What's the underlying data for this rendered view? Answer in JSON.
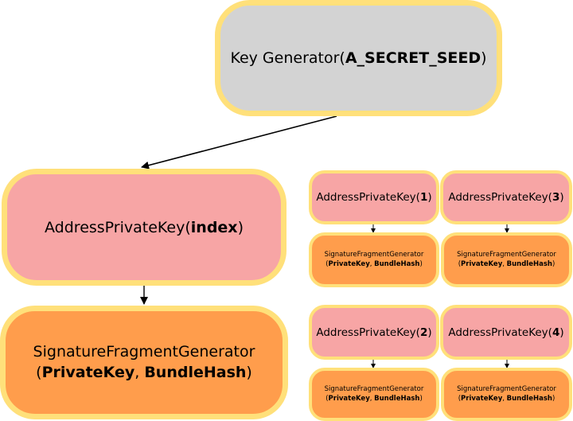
{
  "key_generator": {
    "prefix": "Key Generator(",
    "param": "A_SECRET_SEED",
    "suffix": ")"
  },
  "address_main": {
    "prefix": "AddressPrivateKey(",
    "param": "index",
    "suffix": ")"
  },
  "sig_main": {
    "name": "SignatureFragmentGenerator",
    "open": "(",
    "arg1": "PrivateKey",
    "sep": ", ",
    "arg2": "BundleHash",
    "close": ")"
  },
  "addresses": [
    {
      "prefix": "AddressPrivateKey(",
      "param": "1",
      "suffix": ")"
    },
    {
      "prefix": "AddressPrivateKey(",
      "param": "3",
      "suffix": ")"
    },
    {
      "prefix": "AddressPrivateKey(",
      "param": "2",
      "suffix": ")"
    },
    {
      "prefix": "AddressPrivateKey(",
      "param": "4",
      "suffix": ")"
    }
  ],
  "sig_small": {
    "name": "SignatureFragmentGenerator",
    "open": "(",
    "arg1": "PrivateKey",
    "sep": ", ",
    "arg2": "BundleHash",
    "close": ")"
  },
  "colors": {
    "border": "#ffe07a",
    "gray": "#d3d3d3",
    "pink": "#f7a5a5",
    "orange": "#ff9d4c"
  }
}
